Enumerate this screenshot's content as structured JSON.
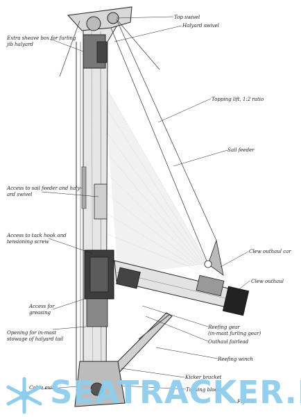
{
  "labels": {
    "top_swivel": "Top swivel",
    "halyard_swivel": "Halyard swivel",
    "extra_sheave": "Extra sheave box for furling\njib halyard",
    "topping_lift": "Topping lift, 1:2 ratio",
    "sail_feeder": "Sail feeder",
    "access_sail_feeder": "Access to sail feeder and haly-\nard swivel",
    "access_tack_hook": "Access to tack hook and\ntensioning screw",
    "clew_outhaul_car": "Clew outhaul car",
    "clew_outhaul": "Clew outhaul",
    "access_greasing": "Access for\ngreasing",
    "opening_halyard_tail": "Opening for in-mast\nstowage of halyard tail",
    "reefing_gear": "Reefing gear\n(in-mast furling gear)",
    "outhaul_fairlead": "Outhaul fairlead",
    "reefing_winch": "Reefing winch",
    "kicker_bracket": "Kicker bracket",
    "cable_exit": "Cable exit",
    "turning_blocks": "Turning blocks",
    "fig": "Fig 7.1"
  },
  "watermark": {
    "text": "SEATRACKER.RU",
    "color": "#8fcdee"
  }
}
